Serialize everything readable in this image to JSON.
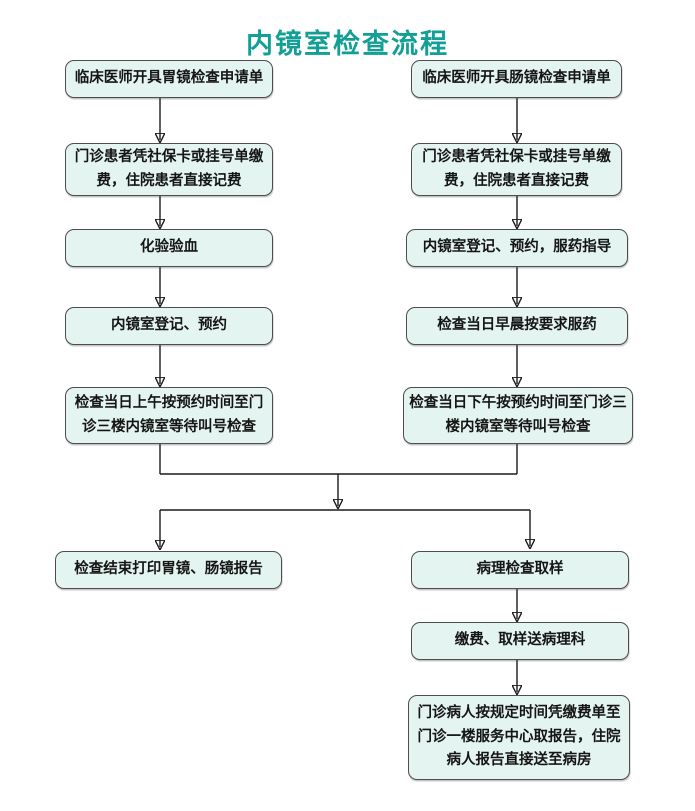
{
  "title": "内镜室检查流程",
  "colors": {
    "title": "#12A096",
    "box_fill": "#E4F4F0",
    "box_border": "#4D4D4D",
    "arrow": "#1A1A1A"
  },
  "flowchart": {
    "left": {
      "step1": "临床医师开具胃镜检查申请单",
      "step2": "门诊患者凭社保卡或挂号单缴费，住院患者直接记费",
      "step3": "化验验血",
      "step4": "内镜室登记、预约",
      "step5": "检查当日上午按预约时间至门诊三楼内镜室等待叫号检查",
      "step6": "检查结束打印胃镜、肠镜报告"
    },
    "right": {
      "step1": "临床医师开具肠镜检查申请单",
      "step2": "门诊患者凭社保卡或挂号单缴费，住院患者直接记费",
      "step3": "内镜室登记、预约，服药指导",
      "step4": "检查当日早晨按要求服药",
      "step5": "检查当日下午按预约时间至门诊三楼内镜室等待叫号检查",
      "step6": "病理检查取样",
      "step7": "缴费、取样送病理科",
      "step8": "门诊病人按规定时间凭缴费单至门诊一楼服务中心取报告，住院病人报告直接送至病房"
    }
  }
}
